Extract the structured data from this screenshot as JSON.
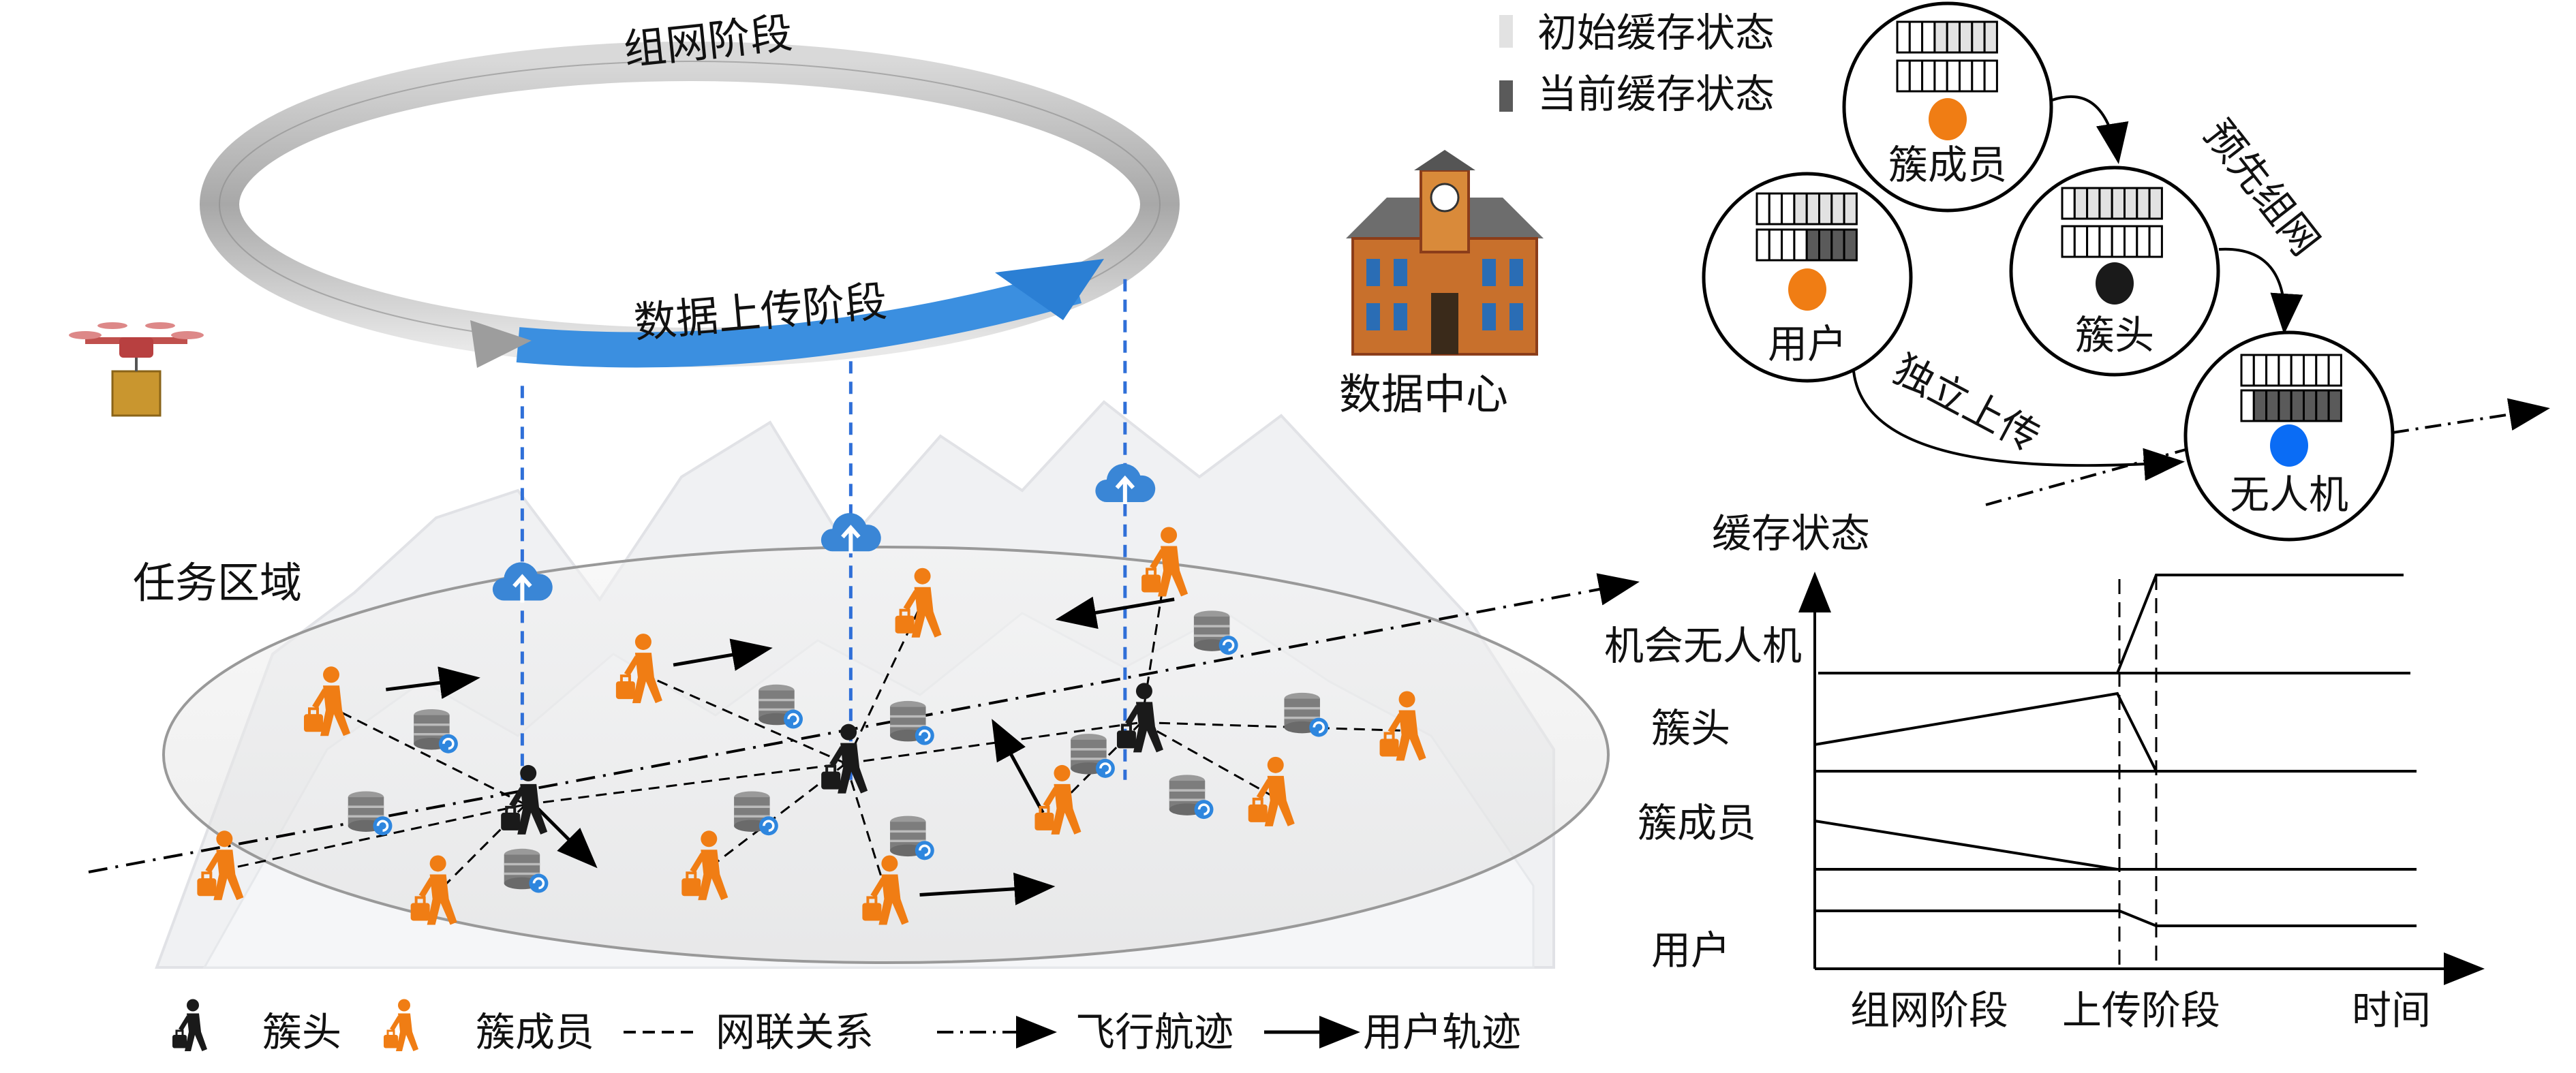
{
  "cycle": {
    "networking_phase": "组网阶段",
    "upload_phase": "数据上传阶段"
  },
  "data_center": {
    "label": "数据中心"
  },
  "mission_area": {
    "label": "任务区域"
  },
  "buffer_legend": {
    "initial": "初始缓存状态",
    "current": "当前缓存状态"
  },
  "nodes": {
    "member": "簇成员",
    "user": "用户",
    "head": "簇头",
    "uav": "无人机"
  },
  "edges": {
    "pre_networking": "预先组网",
    "independent_upload": "独立上传"
  },
  "timing": {
    "ylabel": "缓存状态",
    "rows": [
      "机会无人机",
      "簇头",
      "簇成员",
      "用户"
    ],
    "phases": [
      "组网阶段",
      "上传阶段"
    ],
    "xlabel": "时间"
  },
  "legend": {
    "head": "簇头",
    "member": "簇成员",
    "link": "网联关系",
    "flight": "飞行航迹",
    "user_track": "用户轨迹"
  },
  "colors": {
    "member": "#f07d14",
    "head": "#1a1a1a",
    "uav_dot": "#0a6cf5",
    "ring_gray": "#b0b0b0",
    "ring_blue": "#3b8fe0",
    "buffer_initial": "#e2e2e2",
    "buffer_current": "#5a5a5a"
  }
}
